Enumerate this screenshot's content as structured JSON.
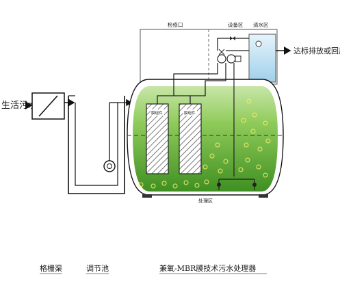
{
  "labels": {
    "inlet": "生活污水",
    "outlet": "达标排放或回用",
    "access_port": "检修口",
    "equipment_zone": "设备区",
    "clean_water_zone": "清水区",
    "treatment_zone": "处理区",
    "membrane_1": "膜组件",
    "membrane_2": "膜组件"
  },
  "captions": {
    "screen_channel": "格栅渠",
    "equalization_tank": "调节池",
    "mbr_unit": "兼氧-MBR膜技术污水处理器"
  },
  "colors": {
    "liquid": "#7fc24a",
    "liquid_dark": "#4f9a2a",
    "clean_water": "#bfe0f2",
    "bubble": "#e8e25a",
    "line": "#111111"
  }
}
